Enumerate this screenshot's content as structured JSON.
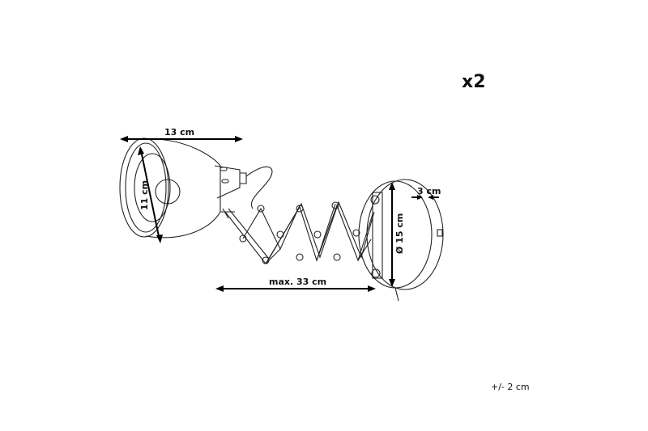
{
  "quantity": "x2",
  "tolerance": "+/- 2 cm",
  "dimensions": {
    "shade_length": "13 cm",
    "shade_diameter": "11 cm",
    "arm_extension": "max. 33 cm",
    "wall_plate_diameter": "Ø 15 cm",
    "wall_plate_depth": "3 cm"
  }
}
